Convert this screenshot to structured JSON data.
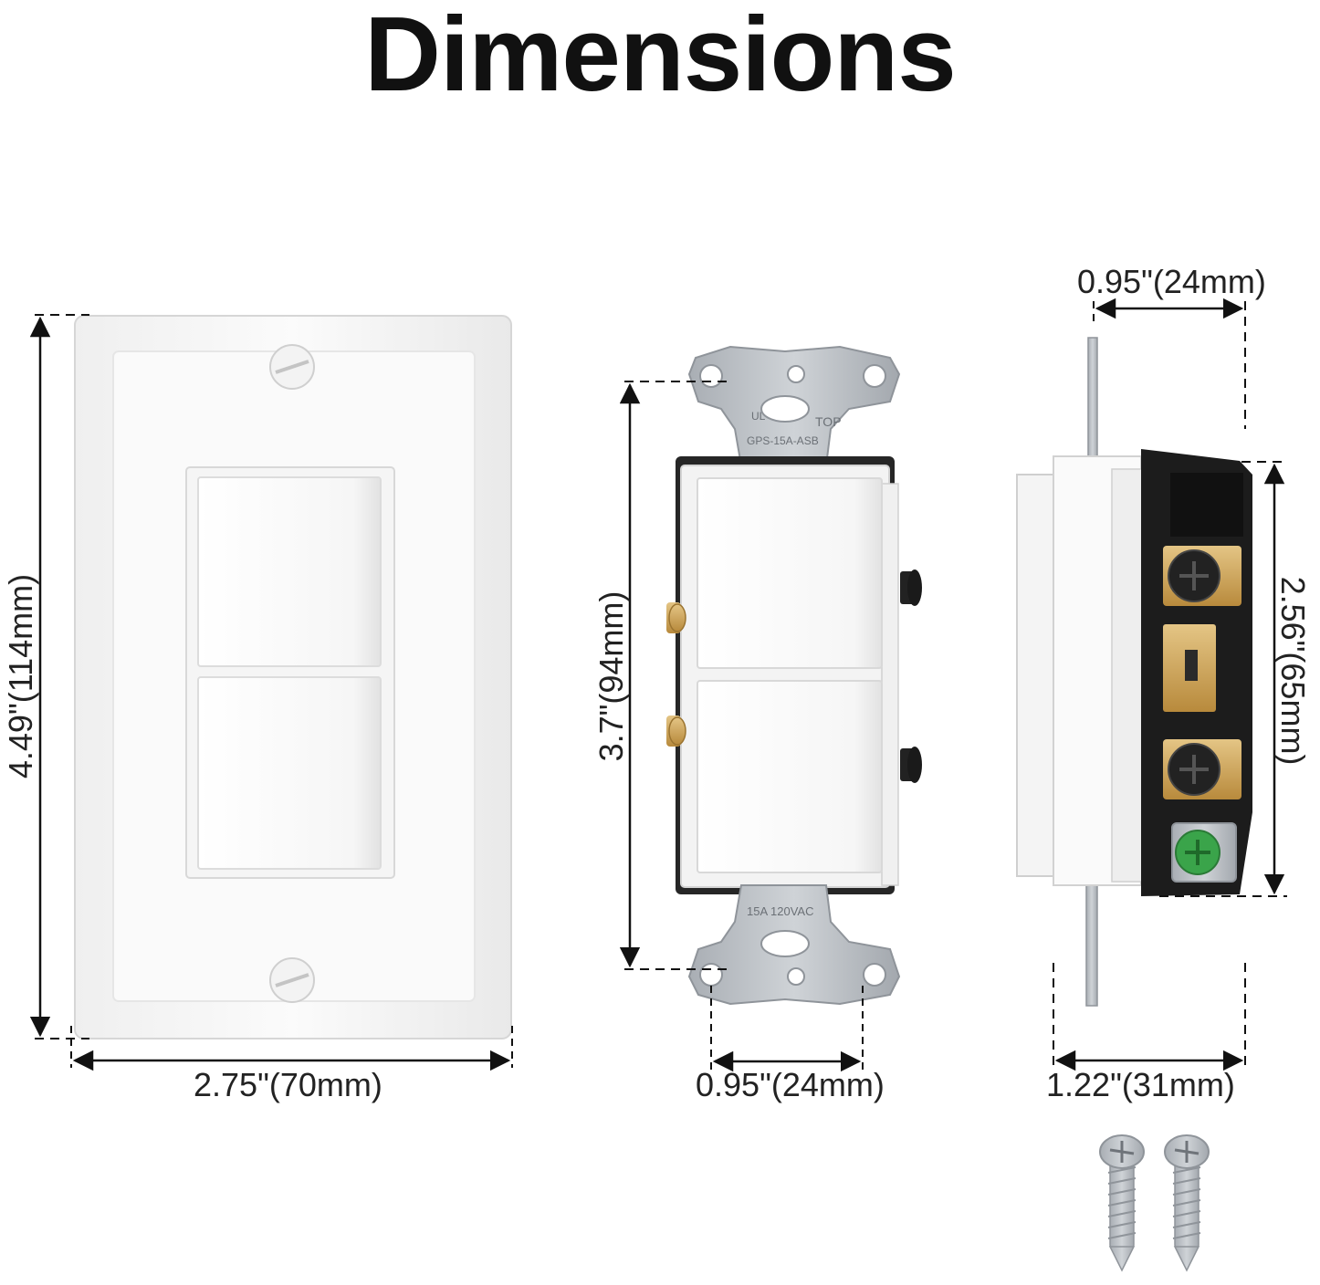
{
  "title": "Dimensions",
  "wallplate": {
    "width_label": "2.75\"(70mm)",
    "height_label": "4.49\"(114mm)"
  },
  "switch_front": {
    "height_label": "3.7\"(94mm)",
    "hole_spacing_label": "0.95\"(24mm)",
    "strap_top_text": "GPS-15A-ASB",
    "strap_top_mark": "TOP",
    "strap_bottom_text": "15A  120VAC",
    "ul_mark": "UL"
  },
  "switch_side": {
    "top_label": "0.95\"(24mm)",
    "height_label": "2.56\"(65mm)",
    "depth_label": "1.22\"(31mm)"
  },
  "colors": {
    "plate": "#f7f7f7",
    "metal": "#b9bec4",
    "black_body": "#1a1a1a",
    "brass": "#c9a15a",
    "ground_screw": "#3aa44a"
  }
}
